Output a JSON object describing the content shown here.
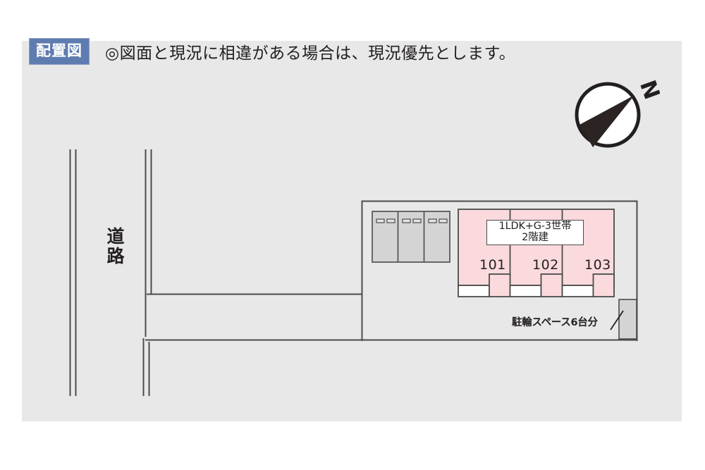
{
  "header": {
    "badge_label": "配置図",
    "note": "◎図面と現況に相違がある場合は、現況優先とします。"
  },
  "compass": {
    "north_label": "N",
    "icon": "compass-rose-icon"
  },
  "plan": {
    "road_label": "道路",
    "building": {
      "label_line1": "1LDK+G-3世帯",
      "label_line2": "2階建",
      "units": [
        {
          "number": "101"
        },
        {
          "number": "102"
        },
        {
          "number": "103"
        }
      ]
    },
    "parking": {
      "stall_count": 3
    },
    "bicycle": {
      "label": "駐輪スペース6台分"
    }
  },
  "colors": {
    "canvas_bg": "#e8e8e8",
    "badge_bg": "#5f7cb0",
    "building_fill": "#fadadd",
    "parking_fill": "#d4d4d4",
    "line": "#4b4b4b",
    "text": "#231f20"
  }
}
